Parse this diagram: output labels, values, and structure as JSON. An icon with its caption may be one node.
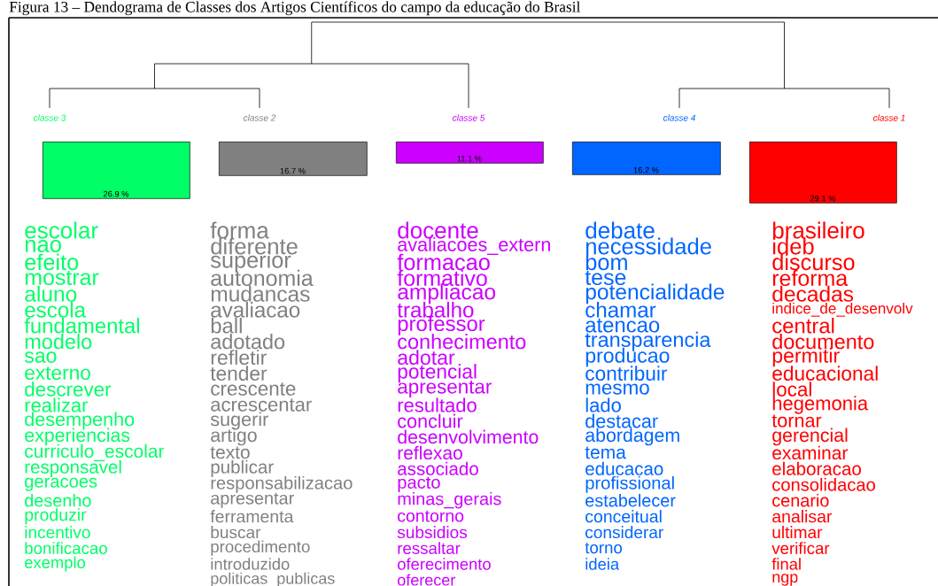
{
  "diagram": {
    "title": "Figura 13 – Dendograma de Classes dos Artigos Científicos do campo da educação do Brasil",
    "nodes": [
      {
        "text": [
          "26.9 %"
        ],
        "beside": [
          "classe  3",
          "escolar",
          "nao",
          "efeito",
          "mostrar",
          "aluno",
          "escola",
          "fundamental",
          "modelo",
          "sao",
          "externo",
          "descrever",
          "realizar",
          "desempenho",
          "experiencias",
          "curriculo_escolar",
          "responsavel",
          "geracoes",
          "desenho",
          "produzir",
          "incentivo",
          "bonificacao",
          "exemplo"
        ]
      },
      {
        "text": [
          "16.7 %"
        ],
        "beside": [
          "classe  2",
          "forma",
          "diferente",
          "superior",
          "autonomia",
          "mudancas",
          "avaliacao",
          "ball",
          "adotado",
          "refletir",
          "tender",
          "crescente",
          "acrescentar",
          "sugerir",
          "artigo",
          "texto",
          "publicar",
          "responsabilizacao",
          "apresentar",
          "ferramenta",
          "buscar",
          "procedimento",
          "introduzido",
          "politicas_publicas"
        ]
      },
      {
        "text": [
          "11.1 %"
        ],
        "beside": [
          "classe  5",
          "docente",
          "avaliacoes_extern",
          "formacao",
          "formativo",
          "ampliacao",
          "trabalho",
          "professor",
          "conhecimento",
          "adotar",
          "potencial",
          "apresentar",
          "resultado",
          "concluir",
          "desenvolvimento",
          "reflexao",
          "associado",
          "pacto",
          "minas_gerais",
          "contorno",
          "subsidios",
          "ressaltar",
          "oferecimento",
          "oferecer"
        ]
      },
      {
        "text": [
          "16.2 %"
        ],
        "beside": [
          "classe  4",
          "debate",
          "necessidade",
          "bom",
          "tese",
          "potencialidade",
          "chamar",
          "atencao",
          "transparencia",
          "producao",
          "contribuir",
          "mesmo",
          "lado",
          "destacar",
          "abordagem",
          "tema",
          "educacao",
          "profissional",
          "estabelecer",
          "conceitual",
          "considerar",
          "torno",
          "ideia"
        ]
      },
      {
        "text": [
          "29.1 %"
        ],
        "beside": [
          "classe  1",
          "brasileiro",
          "ideb",
          "discurso",
          "reforma",
          "decadas",
          "indice_de_desenvolv",
          "central",
          "documento",
          "permitir",
          "educacional",
          "local",
          "hegemonia",
          "tornar",
          "gerencial",
          "examinar",
          "elaboracao",
          "consolidacao",
          "cenario",
          "analisar",
          "ultimar",
          "verificar",
          "final",
          "ngp"
        ]
      }
    ]
  }
}
